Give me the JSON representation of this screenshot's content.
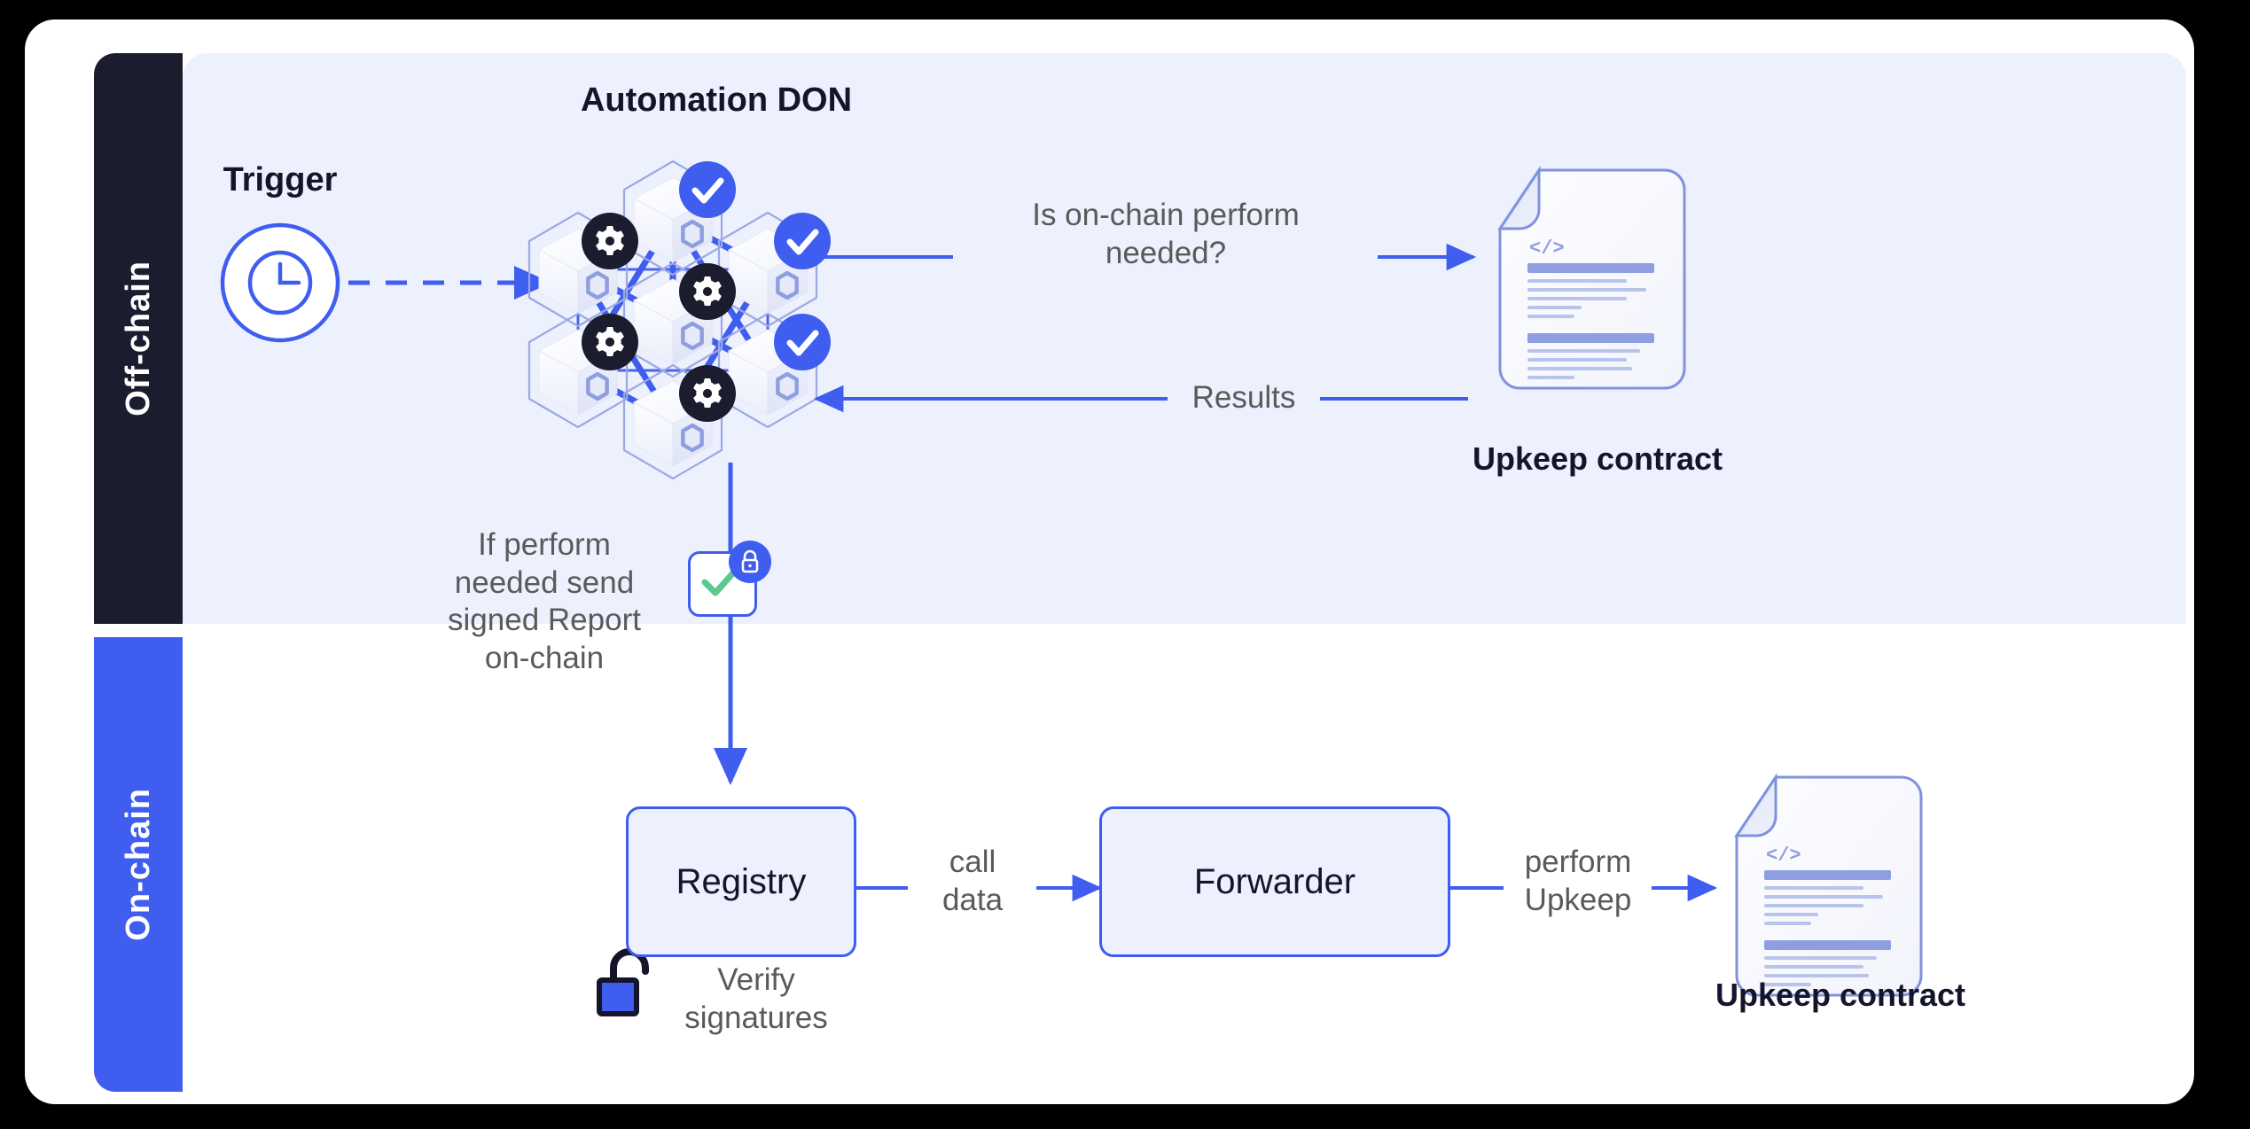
{
  "diagram": {
    "title": "Chainlink Automation architecture",
    "rails": [
      {
        "id": "off-chain",
        "label": "Off-chain",
        "color": "#1b1c2e"
      },
      {
        "id": "on-chain",
        "label": "On-chain",
        "color": "#3f5dee"
      }
    ],
    "colors": {
      "accent_blue": "#3f5dee",
      "panel_bg": "#edf0fd",
      "dark": "#1b1c2e",
      "text_gray": "#5a5a5a",
      "check_green": "#5bc98d",
      "doc_line": "#8e9ee0"
    },
    "offchain": {
      "trigger_label": "Trigger",
      "trigger_icon": "clock-icon",
      "don_title": "Automation DON",
      "question_label": "Is on-chain perform\nneeded?",
      "question_line1": "Is on-chain perform",
      "question_line2": "needed?",
      "results_label": "Results",
      "upkeep_label": "Upkeep contract",
      "doc_code_glyph": "</>",
      "signed_report_note_lines": [
        "If perform",
        "needed send",
        "signed Report",
        "on-chain"
      ],
      "signed_report_icons": [
        "check-icon",
        "lock-closed-icon"
      ],
      "don_nodes": [
        {
          "id": "node-top",
          "badge": "check"
        },
        {
          "id": "node-upper-left",
          "badge": "gear"
        },
        {
          "id": "node-upper-right",
          "badge": "check"
        },
        {
          "id": "node-center",
          "badge": "gear"
        },
        {
          "id": "node-lower-left",
          "badge": "gear"
        },
        {
          "id": "node-lower-right",
          "badge": "check"
        },
        {
          "id": "node-bottom",
          "badge": "gear"
        }
      ]
    },
    "onchain": {
      "registry_label": "Registry",
      "forwarder_label": "Forwarder",
      "call_data_lines": [
        "call",
        "data"
      ],
      "perform_upkeep_lines": [
        "perform",
        "Upkeep"
      ],
      "verify_lines": [
        "Verify",
        "signatures"
      ],
      "verify_icon": "lock-open-icon",
      "upkeep_label": "Upkeep contract",
      "doc_code_glyph": "</>"
    }
  }
}
